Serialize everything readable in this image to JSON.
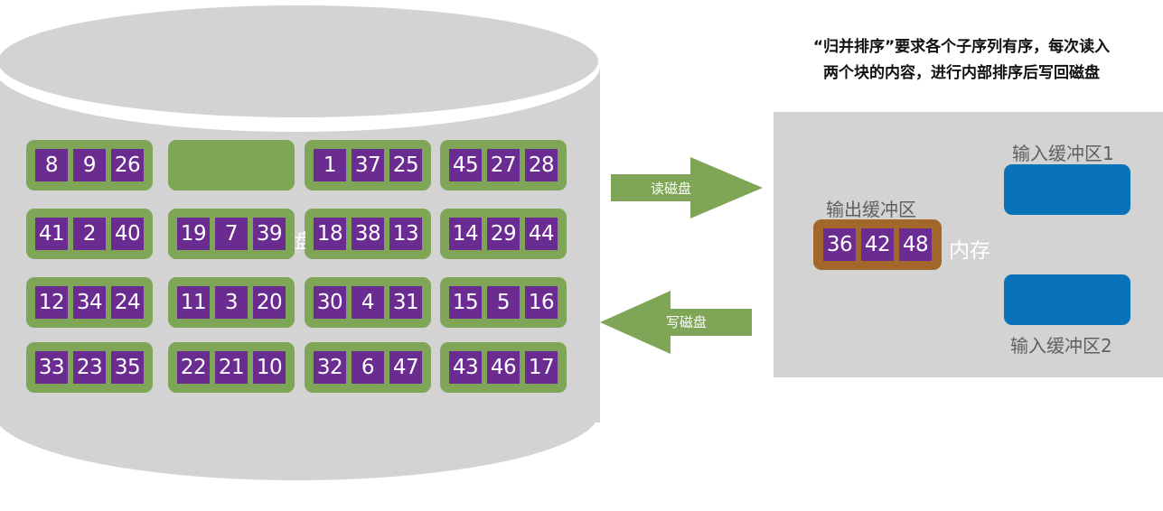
{
  "description": {
    "line1": "“归并排序”要求各个子序列有序，每次读入",
    "line2": "两个块的内容，进行内部排序后写回磁盘"
  },
  "disk": {
    "label_fragment": "盘",
    "blocks": [
      [
        "8",
        "9",
        "26"
      ],
      [],
      [
        "1",
        "37",
        "25"
      ],
      [
        "45",
        "27",
        "28"
      ],
      [
        "41",
        "2",
        "40"
      ],
      [
        "19",
        "7",
        "39"
      ],
      [
        "18",
        "38",
        "13"
      ],
      [
        "14",
        "29",
        "44"
      ],
      [
        "12",
        "34",
        "24"
      ],
      [
        "11",
        "3",
        "20"
      ],
      [
        "30",
        "4",
        "31"
      ],
      [
        "15",
        "5",
        "16"
      ],
      [
        "33",
        "23",
        "35"
      ],
      [
        "22",
        "21",
        "10"
      ],
      [
        "32",
        "6",
        "47"
      ],
      [
        "43",
        "46",
        "17"
      ]
    ]
  },
  "arrows": {
    "read": "读磁盘",
    "write": "写磁盘"
  },
  "memory": {
    "label": "内存",
    "input_buffer_1": "输入缓冲区1",
    "input_buffer_2": "输入缓冲区2",
    "output_buffer_label": "输出缓冲区",
    "output_buffer_values": [
      "36",
      "42",
      "48"
    ]
  },
  "colors": {
    "block_green": "#7fa656",
    "cell_purple": "#6b2c91",
    "buffer_blue": "#0a72b9",
    "output_brown": "#a3672c",
    "gray": "#d3d3d3"
  }
}
